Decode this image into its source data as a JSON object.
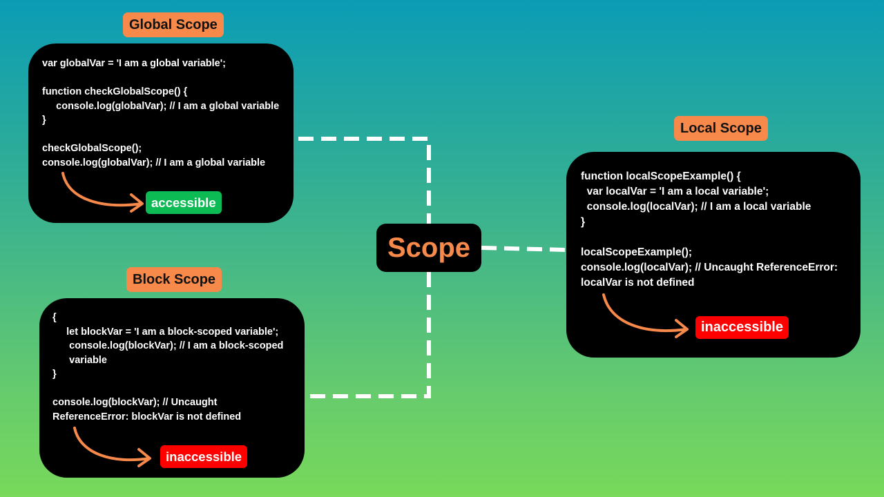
{
  "center_title": "Scope",
  "global": {
    "label": "Global Scope",
    "code": "var globalVar = 'I am a global variable';\n\nfunction checkGlobalScope() {\n     console.log(globalVar); // I am a global variable\n}\n\ncheckGlobalScope();\nconsole.log(globalVar); // I am a global variable",
    "status": "accessible"
  },
  "block": {
    "label": "Block Scope",
    "code": "{\n     let blockVar = 'I am a block-scoped variable';\n      console.log(blockVar); // I am a block-scoped\n      variable\n}\n\nconsole.log(blockVar); // Uncaught\nReferenceError: blockVar is not defined",
    "status": "inaccessible"
  },
  "local": {
    "label": "Local Scope",
    "code": "function localScopeExample() {\n  var localVar = 'I am a local variable';\n  console.log(localVar); // I am a local variable\n}\n\nlocalScopeExample();\nconsole.log(localVar); // Uncaught ReferenceError:\nlocalVar is not defined",
    "status": "inaccessible"
  },
  "colors": {
    "label_bg": "#f7894a",
    "accessible": "#0dbb55",
    "inaccessible": "#ff0000",
    "arrow": "#f7894a",
    "connector": "#ffffff"
  }
}
